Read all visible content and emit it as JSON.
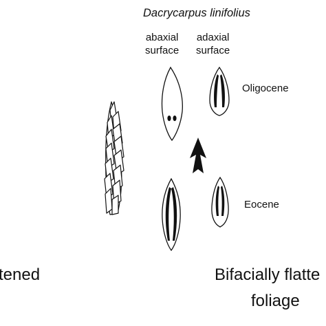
{
  "figure": {
    "species": "Dacrycarpus linifolius",
    "columns": {
      "abaxial_line1": "abaxial",
      "abaxial_line2": "surface",
      "adaxial_line1": "adaxial",
      "adaxial_line2": "surface"
    },
    "epochs": {
      "top": "Oligocene",
      "bottom": "Eocene"
    },
    "bottom_labels": {
      "left": "tened",
      "right_line1": "Bifacially flatte",
      "right_line2": "foliage"
    }
  }
}
